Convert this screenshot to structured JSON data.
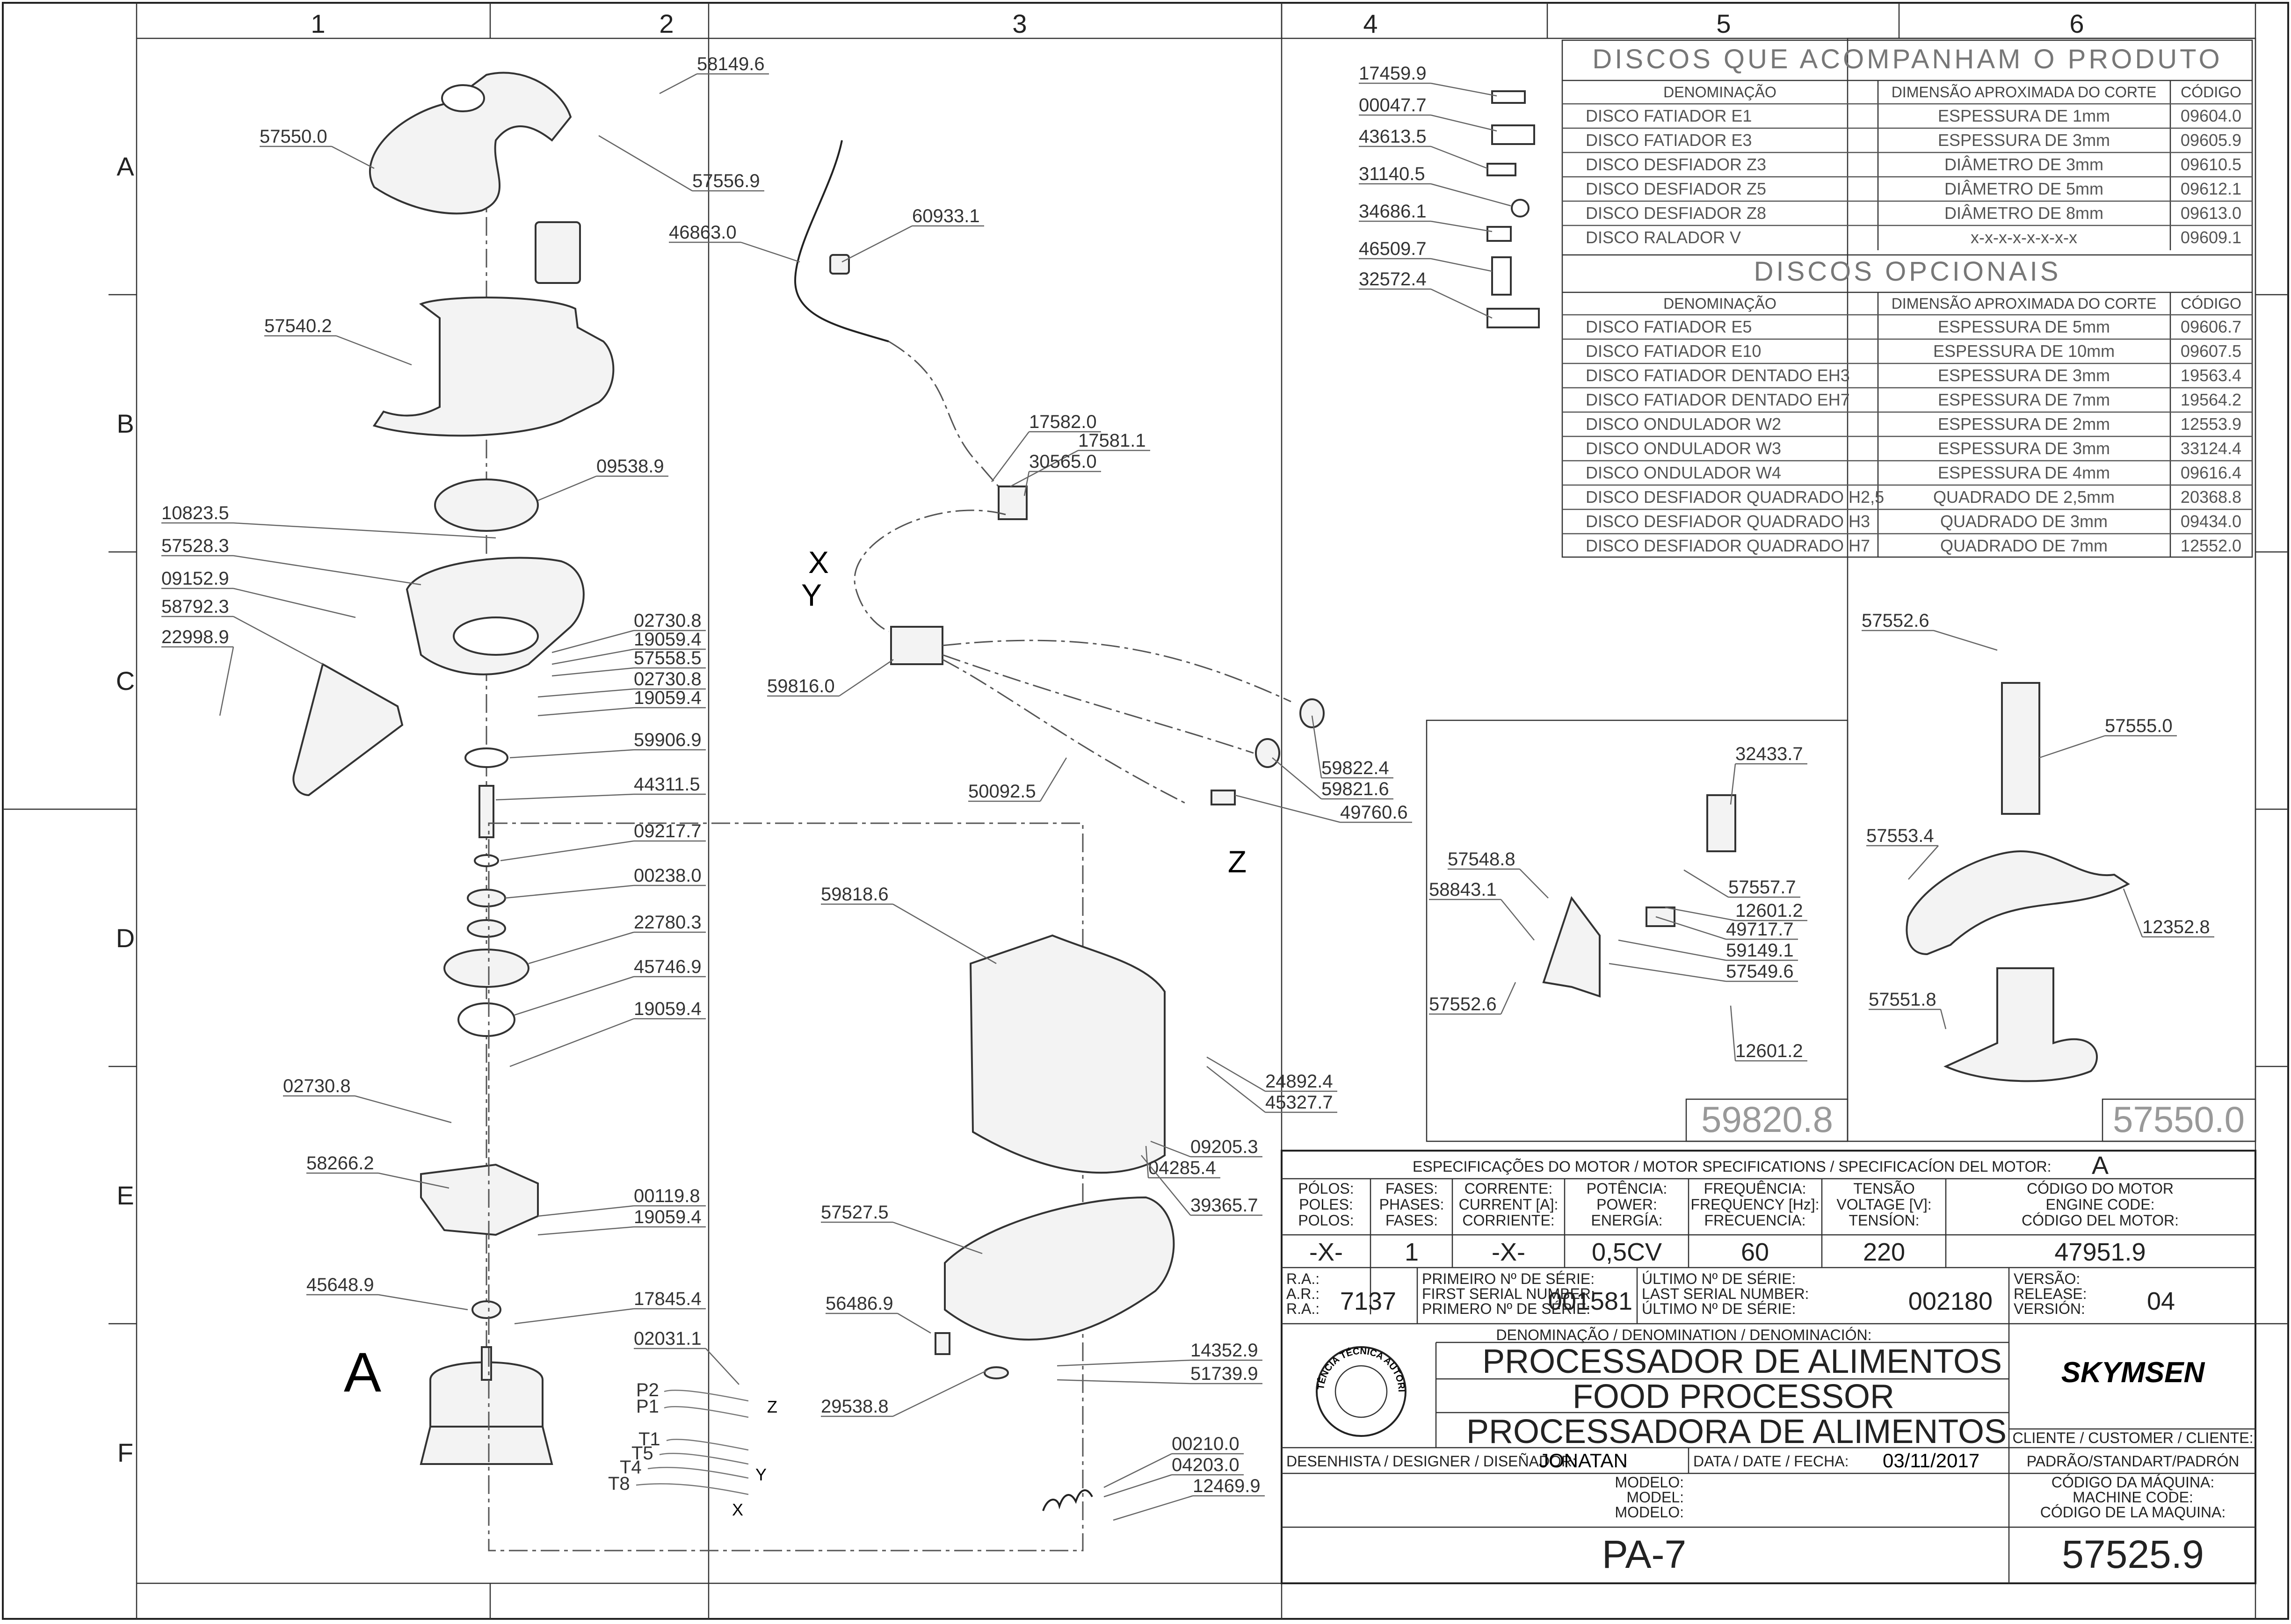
{
  "columns": [
    "1",
    "2",
    "3",
    "4",
    "5",
    "6"
  ],
  "rows": [
    "A",
    "B",
    "C",
    "D",
    "E",
    "F"
  ],
  "part_labels": {
    "p57550_0": "57550.0",
    "p58149_6": "58149.6",
    "p57556_9": "57556.9",
    "p57540_2": "57540.2",
    "p09538_9": "09538.9",
    "p10823_5": "10823.5",
    "p57528_3": "57528.3",
    "p09152_9": "09152.9",
    "p58792_3": "58792.3",
    "p22998_9": "22998.9",
    "p02730_8a": "02730.8",
    "p19059_4a": "19059.4",
    "p57558_5": "57558.5",
    "p02730_8b": "02730.8",
    "p19059_4b": "19059.4",
    "p59906_9": "59906.9",
    "p44311_5": "44311.5",
    "p09217_7": "09217.7",
    "p00238_0": "00238.0",
    "p22780_3": "22780.3",
    "p45746_9": "45746.9",
    "p19059_4c": "19059.4",
    "p02730_8c": "02730.8",
    "p58266_2": "58266.2",
    "p00119_8": "00119.8",
    "p19059_4d": "19059.4",
    "p45648_9": "45648.9",
    "p17845_4": "17845.4",
    "p02031_1": "02031.1",
    "p46863_0": "46863.0",
    "p60933_1": "60933.1",
    "p17582_0": "17582.0",
    "p17581_1": "17581.1",
    "p30565_0": "30565.0",
    "p59816_0": "59816.0",
    "p50092_5": "50092.5",
    "p59822_4": "59822.4",
    "p59821_6": "59821.6",
    "p49760_6": "49760.6",
    "p59818_6": "59818.6",
    "p24892_4": "24892.4",
    "p45327_7": "45327.7",
    "p09205_3": "09205.3",
    "p04285_4": "04285.4",
    "p39365_7": "39365.7",
    "p57527_5": "57527.5",
    "p56486_9": "56486.9",
    "p29538_8": "29538.8",
    "p14352_9": "14352.9",
    "p51739_9": "51739.9",
    "p00210_0": "00210.0",
    "p04203_0": "04203.0",
    "p12469_9": "12469.9",
    "p17459_9": "17459.9",
    "p00047_7": "00047.7",
    "p43613_5": "43613.5",
    "p31140_5": "31140.5",
    "p34686_1": "34686.1",
    "p46509_7": "46509.7",
    "p32572_4": "32572.4",
    "p32433_7": "32433.7",
    "p57548_8": "57548.8",
    "p58843_1": "58843.1",
    "p57557_7": "57557.7",
    "p12601_2a": "12601.2",
    "p49717_7": "49717.7",
    "p59149_1": "59149.1",
    "p57549_6": "57549.6",
    "p57552_6a": "57552.6",
    "p12601_2b": "12601.2",
    "p57552_6b": "57552.6",
    "p57555_0": "57555.0",
    "p57553_4": "57553.4",
    "p12352_8": "12352.8",
    "p57551_8": "57551.8"
  },
  "letters": {
    "big_a": "A",
    "x": "X",
    "y": "Y",
    "z": "Z",
    "z_small": "Z",
    "y_small": "Y",
    "x_small": "X"
  },
  "motor_leads": [
    "P2",
    "P1",
    "T1",
    "T5",
    "T4",
    "T8"
  ],
  "subassemblies": {
    "left": "59820.8",
    "right": "57550.0"
  },
  "discs_table": {
    "title": "DISCOS QUE ACOMPANHAM O PRODUTO",
    "headers": [
      "DENOMINAÇÃO",
      "DIMENSÃO APROXIMADA DO CORTE",
      "CÓDIGO"
    ],
    "rows": [
      [
        "DISCO FATIADOR E1",
        "ESPESSURA DE 1mm",
        "09604.0"
      ],
      [
        "DISCO FATIADOR E3",
        "ESPESSURA DE 3mm",
        "09605.9"
      ],
      [
        "DISCO DESFIADOR Z3",
        "DIÂMETRO DE 3mm",
        "09610.5"
      ],
      [
        "DISCO DESFIADOR Z5",
        "DIÂMETRO DE 5mm",
        "09612.1"
      ],
      [
        "DISCO DESFIADOR Z8",
        "DIÂMETRO DE 8mm",
        "09613.0"
      ],
      [
        "DISCO RALADOR V",
        "x-x-x-x-x-x-x-x",
        "09609.1"
      ]
    ]
  },
  "optional_table": {
    "title": "DISCOS OPCIONAIS",
    "headers": [
      "DENOMINAÇÃO",
      "DIMENSÃO APROXIMADA DO CORTE",
      "CÓDIGO"
    ],
    "rows": [
      [
        "DISCO FATIADOR E5",
        "ESPESSURA DE 5mm",
        "09606.7"
      ],
      [
        "DISCO FATIADOR E10",
        "ESPESSURA DE 10mm",
        "09607.5"
      ],
      [
        "DISCO FATIADOR DENTADO EH3",
        "ESPESSURA DE 3mm",
        "19563.4"
      ],
      [
        "DISCO FATIADOR DENTADO EH7",
        "ESPESSURA DE 7mm",
        "19564.2"
      ],
      [
        "DISCO ONDULADOR W2",
        "ESPESSURA DE 2mm",
        "12553.9"
      ],
      [
        "DISCO ONDULADOR W3",
        "ESPESSURA DE 3mm",
        "33124.4"
      ],
      [
        "DISCO ONDULADOR W4",
        "ESPESSURA DE 4mm",
        "09616.4"
      ],
      [
        "DISCO DESFIADOR QUADRADO H2,5",
        "QUADRADO DE 2,5mm",
        "20368.8"
      ],
      [
        "DISCO DESFIADOR QUADRADO H3",
        "QUADRADO DE 3mm",
        "09434.0"
      ],
      [
        "DISCO DESFIADOR QUADRADO H7",
        "QUADRADO DE 7mm",
        "12552.0"
      ]
    ]
  },
  "title_block": {
    "motor_spec_label": "ESPECIFICAÇÕES DO MOTOR / MOTOR SPECIFICATIONS / SPECIFICACÍON DEL MOTOR:",
    "motor_spec_value": "A",
    "poles_label": [
      "PÓLOS:",
      "POLES:",
      "POLOS:"
    ],
    "phases_label": [
      "FASES:",
      "PHASES:",
      "FASES:"
    ],
    "current_label": [
      "CORRENTE:",
      "CURRENT [A]:",
      "CORRIENTE:"
    ],
    "power_label": [
      "POTÊNCIA:",
      "POWER:",
      "ENERGÍA:"
    ],
    "freq_label": [
      "FREQUÊNCIA:",
      "FREQUENCY [Hz]:",
      "FRECUENCIA:"
    ],
    "voltage_label": [
      "TENSÃO",
      "VOLTAGE [V]:",
      "TENSÍON:"
    ],
    "motor_code_label": [
      "CÓDIGO DO MOTOR",
      "ENGINE CODE:",
      "CÓDIGO DEL MOTOR:"
    ],
    "poles": "-X-",
    "phases": "1",
    "current": "-X-",
    "power": "0,5CV",
    "frequency": "60",
    "voltage": "220",
    "motor_code": "47951.9",
    "ra_label": [
      "R.A.:",
      "A.R.:",
      "R.A.:"
    ],
    "ra": "7137",
    "first_serial_label": [
      "PRIMEIRO Nº DE SÉRIE:",
      "FIRST SERIAL NUMBER:",
      "PRIMERO Nº DE SÉRIE:"
    ],
    "first_serial": "001581",
    "last_serial_label": [
      "ÚLTIMO Nº DE SÉRIE:",
      "LAST SERIAL NUMBER:",
      "ÚLTIMO Nº DE SÉRIE:"
    ],
    "last_serial": "002180",
    "version_label": [
      "VERSÃO:",
      "RELEASE:",
      "VERSIÓN:"
    ],
    "version": "04",
    "denomination_label": "DENOMINAÇÃO / DENOMINATION / DENOMINACIÓN:",
    "name_pt": "PROCESSADOR DE ALIMENTOS",
    "name_en": "FOOD PROCESSOR",
    "name_es": "PROCESSADORA DE ALIMENTOS",
    "seal_text": "ASSISTÊNCIA TÉCNICA AUTORIZADA",
    "brand": "SKYMSEN",
    "client_label": "CLIENTE / CUSTOMER / CLIENTE:",
    "client": "PADRÃO/STANDART/PADRÓN",
    "designer_label": "DESENHISTA / DESIGNER / DISEÑADOR:",
    "designer": "JONATAN",
    "date_label": "DATA / DATE / FECHA:",
    "date": "03/11/2017",
    "model_label": [
      "MODELO:",
      "MODEL:",
      "MODELO:"
    ],
    "model": "PA-7",
    "machine_code_label": [
      "CÓDIGO DA MÁQUINA:",
      "MACHINE CODE:",
      "CÓDIGO DE LA MAQUINA:"
    ],
    "machine_code": "57525.9"
  }
}
